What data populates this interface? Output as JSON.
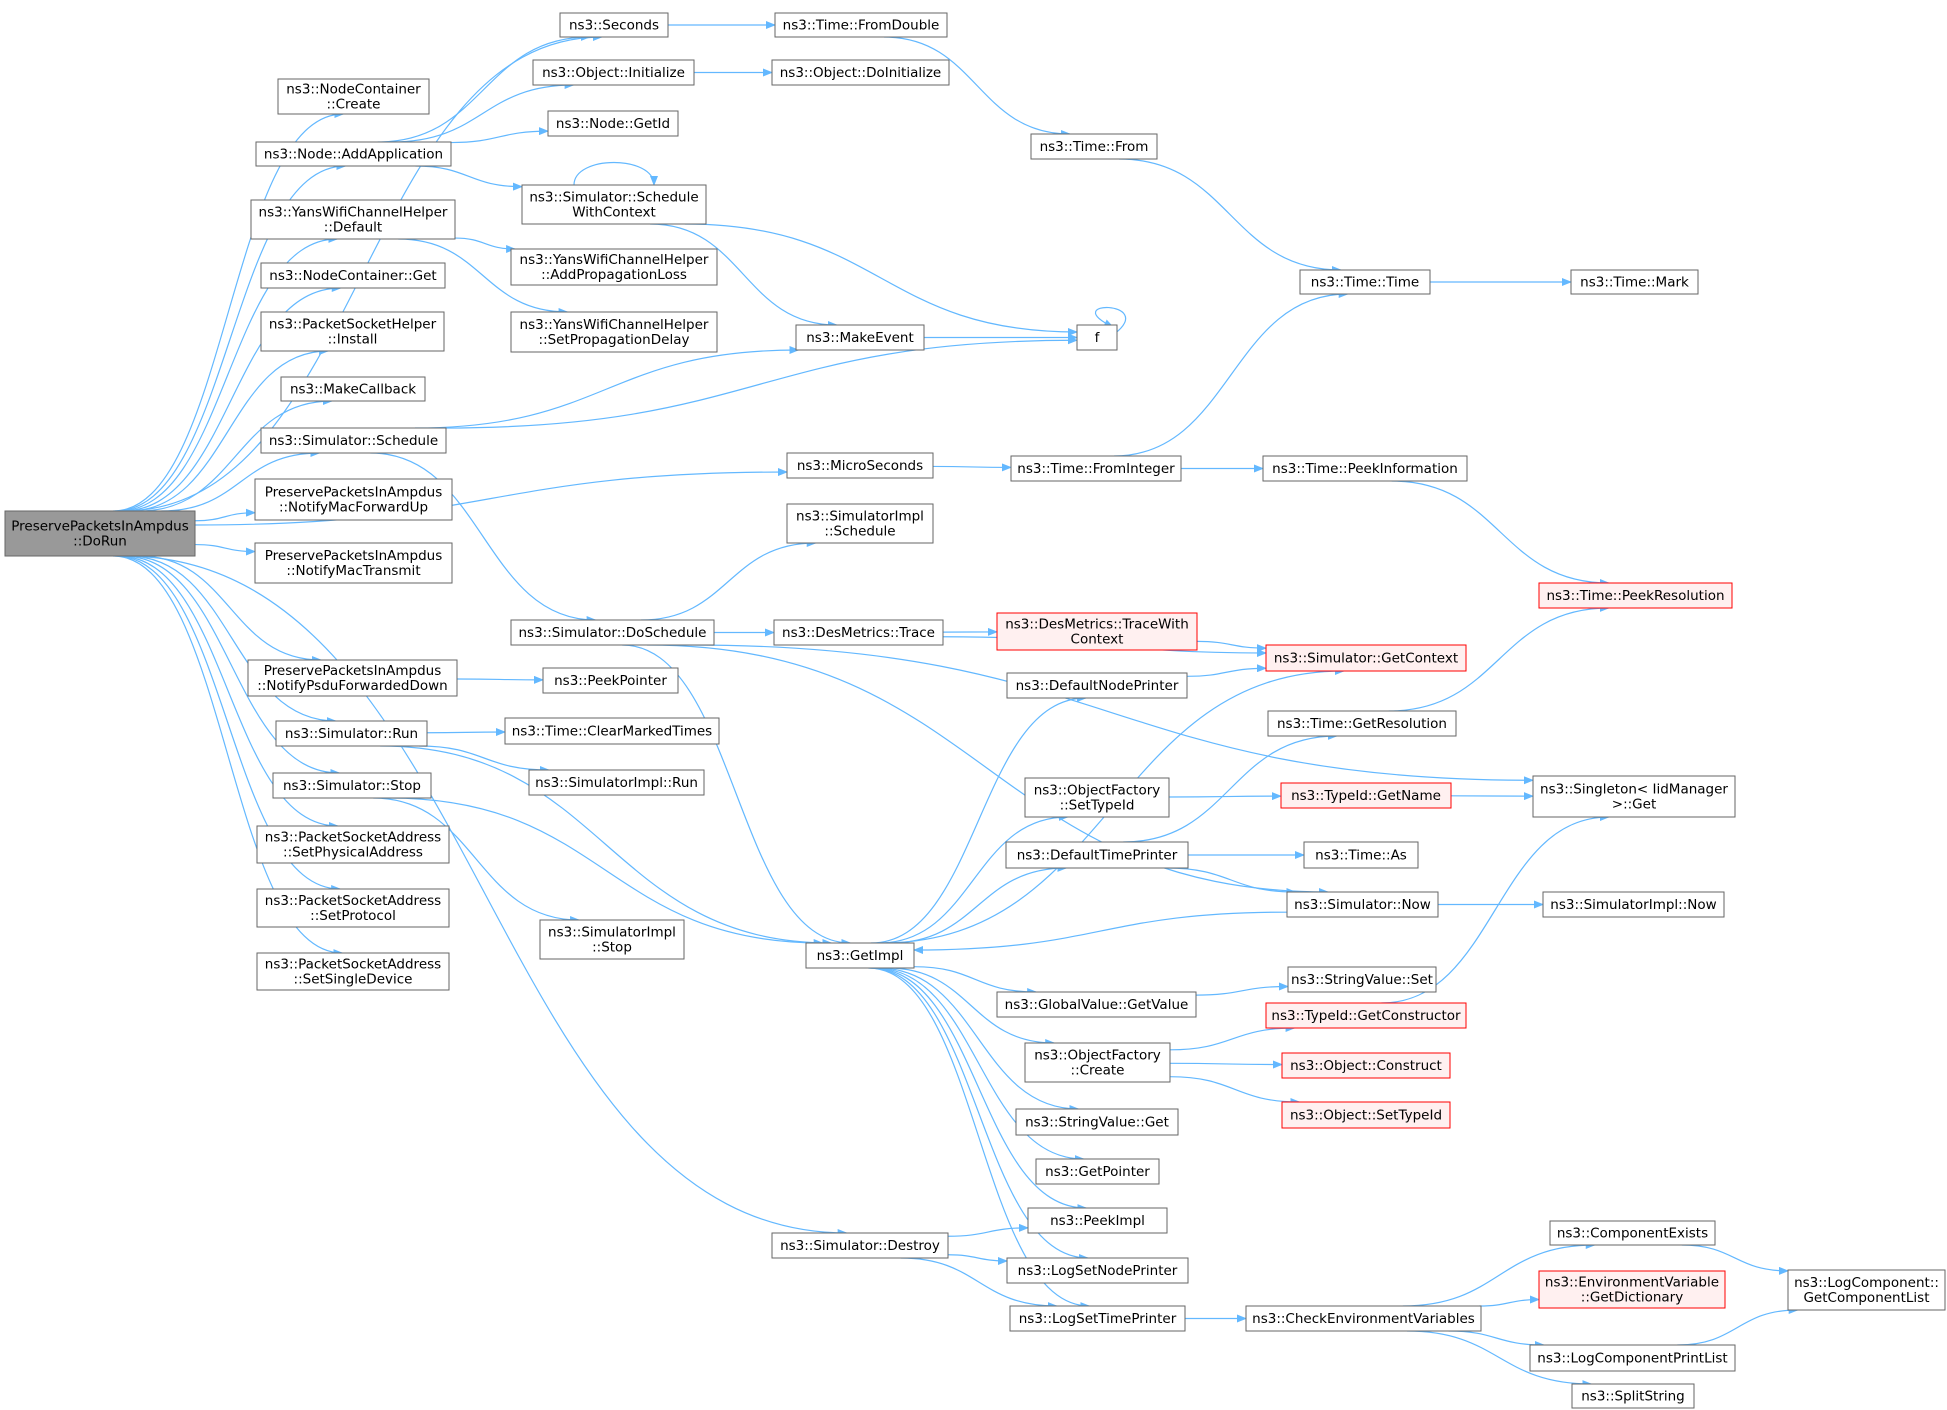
{
  "colors": {
    "edge": "#63b8ff",
    "node_border": "#666666",
    "node_fill": "#ffffff",
    "root_fill": "#999999",
    "root_border": "#666666",
    "truncated_border": "#ff0000",
    "truncated_fill": "#fff0f0",
    "text": "#000000"
  },
  "nodes": [
    {
      "id": "root",
      "lines": [
        "PreservePacketsInAmpdus",
        "::DoRun"
      ],
      "style": "root"
    },
    {
      "id": "seconds",
      "lines": [
        "ns3::Seconds"
      ]
    },
    {
      "id": "fromdouble",
      "lines": [
        "ns3::Time::FromDouble"
      ]
    },
    {
      "id": "nc_create",
      "lines": [
        "ns3::NodeContainer",
        "::Create"
      ]
    },
    {
      "id": "obj_init",
      "lines": [
        "ns3::Object::Initialize"
      ]
    },
    {
      "id": "obj_doinit",
      "lines": [
        "ns3::Object::DoInitialize"
      ]
    },
    {
      "id": "addapp",
      "lines": [
        "ns3::Node::AddApplication"
      ]
    },
    {
      "id": "getid",
      "lines": [
        "ns3::Node::GetId"
      ]
    },
    {
      "id": "time_from",
      "lines": [
        "ns3::Time::From"
      ]
    },
    {
      "id": "schedwctx",
      "lines": [
        "ns3::Simulator::Schedule",
        "WithContext"
      ]
    },
    {
      "id": "yans_default",
      "lines": [
        "ns3::YansWifiChannelHelper",
        "::Default"
      ]
    },
    {
      "id": "yans_addprop",
      "lines": [
        "ns3::YansWifiChannelHelper",
        "::AddPropagationLoss"
      ]
    },
    {
      "id": "nc_get",
      "lines": [
        "ns3::NodeContainer::Get"
      ]
    },
    {
      "id": "time_time",
      "lines": [
        "ns3::Time::Time"
      ]
    },
    {
      "id": "time_mark",
      "lines": [
        "ns3::Time::Mark"
      ]
    },
    {
      "id": "psh_install",
      "lines": [
        "ns3::PacketSocketHelper",
        "::Install"
      ]
    },
    {
      "id": "yans_setprop",
      "lines": [
        "ns3::YansWifiChannelHelper",
        "::SetPropagationDelay"
      ]
    },
    {
      "id": "makeevent",
      "lines": [
        "ns3::MakeEvent"
      ]
    },
    {
      "id": "f",
      "lines": [
        "f"
      ]
    },
    {
      "id": "makecallback",
      "lines": [
        "ns3::MakeCallback"
      ]
    },
    {
      "id": "sim_schedule",
      "lines": [
        "ns3::Simulator::Schedule"
      ]
    },
    {
      "id": "microseconds",
      "lines": [
        "ns3::MicroSeconds"
      ]
    },
    {
      "id": "frominteger",
      "lines": [
        "ns3::Time::FromInteger"
      ]
    },
    {
      "id": "peekinfo",
      "lines": [
        "ns3::Time::PeekInformation"
      ]
    },
    {
      "id": "notifymacfwd",
      "lines": [
        "PreservePacketsInAmpdus",
        "::NotifyMacForwardUp"
      ]
    },
    {
      "id": "simimpl_sched",
      "lines": [
        "ns3::SimulatorImpl",
        "::Schedule"
      ]
    },
    {
      "id": "notifymactx",
      "lines": [
        "PreservePacketsInAmpdus",
        "::NotifyMacTransmit"
      ]
    },
    {
      "id": "peekres",
      "lines": [
        "ns3::Time::PeekResolution"
      ],
      "style": "truncated"
    },
    {
      "id": "doschedule",
      "lines": [
        "ns3::Simulator::DoSchedule"
      ]
    },
    {
      "id": "desm_trace",
      "lines": [
        "ns3::DesMetrics::Trace"
      ]
    },
    {
      "id": "desm_tracectx",
      "lines": [
        "ns3::DesMetrics::TraceWith",
        "Context"
      ],
      "style": "truncated"
    },
    {
      "id": "getcontext",
      "lines": [
        "ns3::Simulator::GetContext"
      ],
      "style": "truncated"
    },
    {
      "id": "notifypsdu",
      "lines": [
        "PreservePacketsInAmpdus",
        "::NotifyPsduForwardedDown"
      ]
    },
    {
      "id": "peekpointer",
      "lines": [
        "ns3::PeekPointer"
      ]
    },
    {
      "id": "defnodeprinter",
      "lines": [
        "ns3::DefaultNodePrinter"
      ]
    },
    {
      "id": "getresolution",
      "lines": [
        "ns3::Time::GetResolution"
      ]
    },
    {
      "id": "sim_run",
      "lines": [
        "ns3::Simulator::Run"
      ]
    },
    {
      "id": "clearmarked",
      "lines": [
        "ns3::Time::ClearMarkedTimes"
      ]
    },
    {
      "id": "simimpl_run",
      "lines": [
        "ns3::SimulatorImpl::Run"
      ]
    },
    {
      "id": "of_settypeid",
      "lines": [
        "ns3::ObjectFactory",
        "::SetTypeId"
      ]
    },
    {
      "id": "typeid_getname",
      "lines": [
        "ns3::TypeId::GetName"
      ],
      "style": "truncated"
    },
    {
      "id": "singleton_get",
      "lines": [
        "ns3::Singleton< IidManager",
        ">::Get"
      ]
    },
    {
      "id": "sim_stop",
      "lines": [
        "ns3::Simulator::Stop"
      ]
    },
    {
      "id": "psa_setphys",
      "lines": [
        "ns3::PacketSocketAddress",
        "::SetPhysicalAddress"
      ]
    },
    {
      "id": "deftimeprinter",
      "lines": [
        "ns3::DefaultTimePrinter"
      ]
    },
    {
      "id": "time_as",
      "lines": [
        "ns3::Time::As"
      ]
    },
    {
      "id": "psa_setproto",
      "lines": [
        "ns3::PacketSocketAddress",
        "::SetProtocol"
      ]
    },
    {
      "id": "sim_now",
      "lines": [
        "ns3::Simulator::Now"
      ]
    },
    {
      "id": "simimpl_now",
      "lines": [
        "ns3::SimulatorImpl::Now"
      ]
    },
    {
      "id": "simimpl_stop",
      "lines": [
        "ns3::SimulatorImpl",
        "::Stop"
      ]
    },
    {
      "id": "getimpl",
      "lines": [
        "ns3::GetImpl"
      ]
    },
    {
      "id": "psa_setsingle",
      "lines": [
        "ns3::PacketSocketAddress",
        "::SetSingleDevice"
      ]
    },
    {
      "id": "stringvalue_set",
      "lines": [
        "ns3::StringValue::Set"
      ]
    },
    {
      "id": "gv_getvalue",
      "lines": [
        "ns3::GlobalValue::GetValue"
      ]
    },
    {
      "id": "typeid_getctor",
      "lines": [
        "ns3::TypeId::GetConstructor"
      ],
      "style": "truncated"
    },
    {
      "id": "of_create",
      "lines": [
        "ns3::ObjectFactory",
        "::Create"
      ]
    },
    {
      "id": "obj_construct",
      "lines": [
        "ns3::Object::Construct"
      ],
      "style": "truncated"
    },
    {
      "id": "obj_settypeid",
      "lines": [
        "ns3::Object::SetTypeId"
      ],
      "style": "truncated"
    },
    {
      "id": "stringvalue_get",
      "lines": [
        "ns3::StringValue::Get"
      ]
    },
    {
      "id": "getpointer",
      "lines": [
        "ns3::GetPointer"
      ]
    },
    {
      "id": "peekimpl",
      "lines": [
        "ns3::PeekImpl"
      ]
    },
    {
      "id": "compexists",
      "lines": [
        "ns3::ComponentExists"
      ]
    },
    {
      "id": "sim_destroy",
      "lines": [
        "ns3::Simulator::Destroy"
      ]
    },
    {
      "id": "logsetnode",
      "lines": [
        "ns3::LogSetNodePrinter"
      ]
    },
    {
      "id": "envvar_getdict",
      "lines": [
        "ns3::EnvironmentVariable",
        "::GetDictionary"
      ],
      "style": "truncated"
    },
    {
      "id": "logcomp_list",
      "lines": [
        "ns3::LogComponent::",
        "GetComponentList"
      ]
    },
    {
      "id": "logsettime",
      "lines": [
        "ns3::LogSetTimePrinter"
      ]
    },
    {
      "id": "checkenv",
      "lines": [
        "ns3::CheckEnvironmentVariables"
      ]
    },
    {
      "id": "logcompprint",
      "lines": [
        "ns3::LogComponentPrintList"
      ]
    },
    {
      "id": "splitstring",
      "lines": [
        "ns3::SplitString"
      ]
    }
  ],
  "edges": [
    [
      "root",
      "seconds"
    ],
    [
      "root",
      "nc_create"
    ],
    [
      "root",
      "addapp"
    ],
    [
      "root",
      "yans_default"
    ],
    [
      "root",
      "nc_get"
    ],
    [
      "root",
      "psh_install"
    ],
    [
      "root",
      "makecallback"
    ],
    [
      "root",
      "sim_schedule"
    ],
    [
      "root",
      "microseconds"
    ],
    [
      "root",
      "notifymacfwd"
    ],
    [
      "root",
      "notifymactx"
    ],
    [
      "root",
      "notifypsdu"
    ],
    [
      "root",
      "sim_run"
    ],
    [
      "root",
      "sim_stop"
    ],
    [
      "root",
      "psa_setphys"
    ],
    [
      "root",
      "psa_setproto"
    ],
    [
      "root",
      "psa_setsingle"
    ],
    [
      "root",
      "sim_destroy"
    ],
    [
      "seconds",
      "fromdouble"
    ],
    [
      "fromdouble",
      "time_from"
    ],
    [
      "time_from",
      "time_time"
    ],
    [
      "time_time",
      "time_mark"
    ],
    [
      "addapp",
      "seconds"
    ],
    [
      "addapp",
      "obj_init"
    ],
    [
      "addapp",
      "getid"
    ],
    [
      "addapp",
      "schedwctx"
    ],
    [
      "obj_init",
      "obj_doinit"
    ],
    [
      "schedwctx",
      "schedwctx"
    ],
    [
      "schedwctx",
      "makeevent"
    ],
    [
      "schedwctx",
      "f"
    ],
    [
      "yans_default",
      "yans_addprop"
    ],
    [
      "yans_default",
      "yans_setprop"
    ],
    [
      "makeevent",
      "f"
    ],
    [
      "f",
      "f"
    ],
    [
      "sim_schedule",
      "makeevent"
    ],
    [
      "sim_schedule",
      "f"
    ],
    [
      "sim_schedule",
      "doschedule"
    ],
    [
      "microseconds",
      "frominteger"
    ],
    [
      "frominteger",
      "time_time"
    ],
    [
      "frominteger",
      "peekinfo"
    ],
    [
      "peekinfo",
      "peekres"
    ],
    [
      "doschedule",
      "simimpl_sched"
    ],
    [
      "doschedule",
      "singleton_get"
    ],
    [
      "doschedule",
      "desm_trace"
    ],
    [
      "doschedule",
      "sim_now"
    ],
    [
      "doschedule",
      "getimpl"
    ],
    [
      "desm_trace",
      "desm_tracectx"
    ],
    [
      "desm_trace",
      "getcontext"
    ],
    [
      "desm_tracectx",
      "getcontext"
    ],
    [
      "notifypsdu",
      "peekpointer"
    ],
    [
      "defnodeprinter",
      "getcontext"
    ],
    [
      "getresolution",
      "peekres"
    ],
    [
      "sim_run",
      "clearmarked"
    ],
    [
      "sim_run",
      "simimpl_run"
    ],
    [
      "sim_run",
      "getimpl"
    ],
    [
      "of_settypeid",
      "typeid_getname"
    ],
    [
      "typeid_getname",
      "singleton_get"
    ],
    [
      "sim_stop",
      "simimpl_stop"
    ],
    [
      "sim_stop",
      "getimpl"
    ],
    [
      "deftimeprinter",
      "getresolution"
    ],
    [
      "deftimeprinter",
      "time_as"
    ],
    [
      "deftimeprinter",
      "sim_now"
    ],
    [
      "sim_now",
      "getimpl"
    ],
    [
      "sim_now",
      "simimpl_now"
    ],
    [
      "getimpl",
      "defnodeprinter"
    ],
    [
      "getimpl",
      "getcontext"
    ],
    [
      "getimpl",
      "of_settypeid"
    ],
    [
      "getimpl",
      "deftimeprinter"
    ],
    [
      "getimpl",
      "gv_getvalue"
    ],
    [
      "getimpl",
      "of_create"
    ],
    [
      "getimpl",
      "stringvalue_get"
    ],
    [
      "getimpl",
      "getpointer"
    ],
    [
      "getimpl",
      "peekimpl"
    ],
    [
      "getimpl",
      "logsetnode"
    ],
    [
      "getimpl",
      "logsettime"
    ],
    [
      "gv_getvalue",
      "stringvalue_set"
    ],
    [
      "typeid_getctor",
      "singleton_get"
    ],
    [
      "of_create",
      "typeid_getctor"
    ],
    [
      "of_create",
      "obj_construct"
    ],
    [
      "of_create",
      "obj_settypeid"
    ],
    [
      "sim_destroy",
      "peekimpl"
    ],
    [
      "sim_destroy",
      "logsetnode"
    ],
    [
      "sim_destroy",
      "logsettime"
    ],
    [
      "logsettime",
      "checkenv"
    ],
    [
      "checkenv",
      "compexists"
    ],
    [
      "checkenv",
      "envvar_getdict"
    ],
    [
      "checkenv",
      "logcompprint"
    ],
    [
      "checkenv",
      "splitstring"
    ],
    [
      "compexists",
      "logcomp_list"
    ],
    [
      "logcompprint",
      "logcomp_list"
    ]
  ]
}
